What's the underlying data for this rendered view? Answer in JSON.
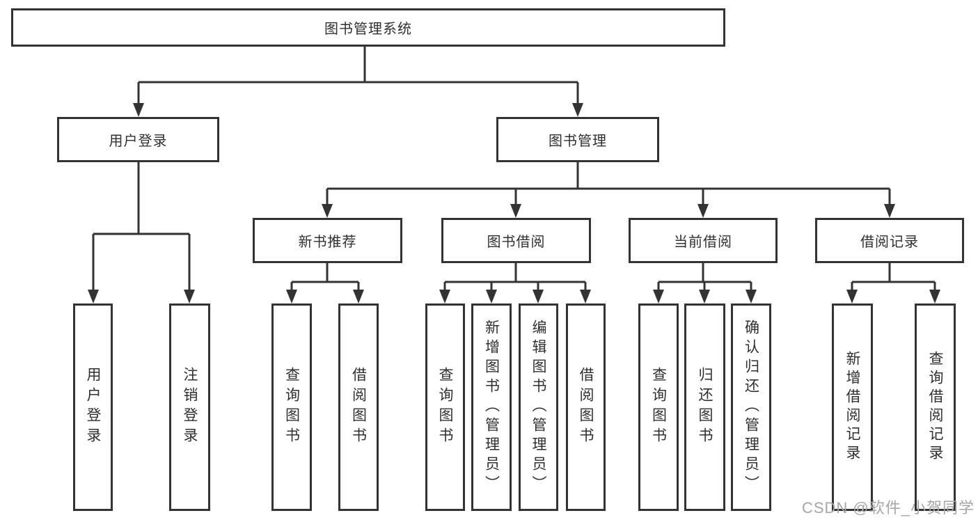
{
  "diagram": {
    "tree": {
      "label": "图书管理系统",
      "children": [
        {
          "label": "用户登录",
          "children": [
            {
              "label": "用户登录"
            },
            {
              "label": "注销登录"
            }
          ]
        },
        {
          "label": "图书管理",
          "children": [
            {
              "label": "新书推荐",
              "children": [
                {
                  "label": "查询图书"
                },
                {
                  "label": "借阅图书"
                }
              ]
            },
            {
              "label": "图书借阅",
              "children": [
                {
                  "label": "查询图书"
                },
                {
                  "label": "新增图书（管理员）"
                },
                {
                  "label": "编辑图书（管理员）"
                },
                {
                  "label": "借阅图书"
                }
              ]
            },
            {
              "label": "当前借阅",
              "children": [
                {
                  "label": "查询图书"
                },
                {
                  "label": "归还图书"
                },
                {
                  "label": "确认归还（管理员）"
                }
              ]
            },
            {
              "label": "借阅记录",
              "children": [
                {
                  "label": "新增借阅记录"
                },
                {
                  "label": "查询借阅记录"
                }
              ]
            }
          ]
        }
      ]
    },
    "line_color": "#333333",
    "text_color": "#2f2f2f",
    "background_color": "#ffffff"
  },
  "watermark": {
    "text": "CSDN @软件_小贺同学",
    "color": "#a6a6a6"
  }
}
